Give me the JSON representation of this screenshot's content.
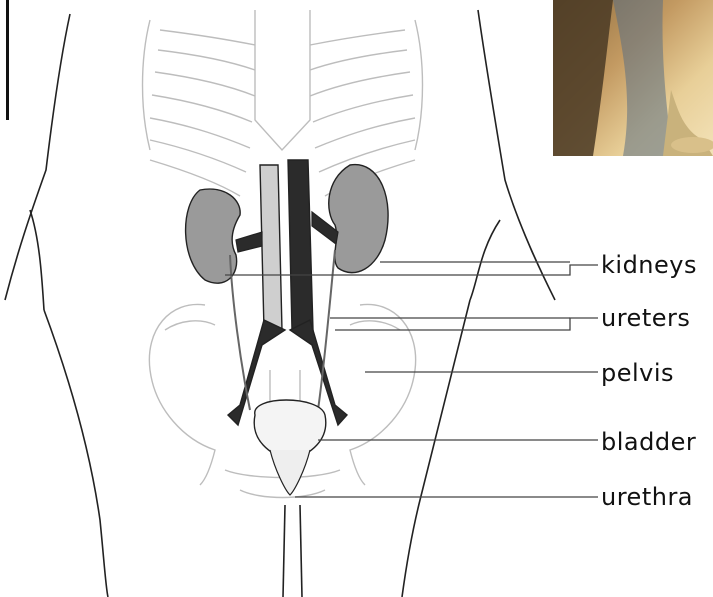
{
  "labels": {
    "kidneys": "kidneys",
    "ureters": "ureters",
    "pelvis": "pelvis",
    "bladder": "bladder",
    "urethra": "urethra"
  },
  "colors": {
    "kidney_fill": "#9a9a9a",
    "aorta_fill": "#2b2b2b",
    "vena_cava_fill": "#cfcfcf",
    "bone_stroke": "#bdbdbd",
    "outline_stroke": "#222222",
    "leader_line": "#444444",
    "bladder_fill": "#f4f4f4"
  }
}
